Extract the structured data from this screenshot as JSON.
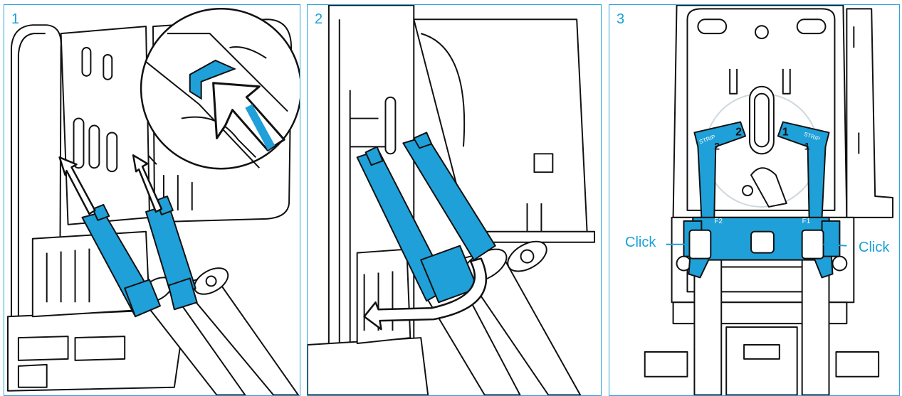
{
  "colors": {
    "accent": "#29a3dc",
    "part_blue": "#1fa0d8",
    "line": "#111111",
    "fill": "#ffffff"
  },
  "panels": [
    {
      "step": "1"
    },
    {
      "step": "2"
    },
    {
      "step": "3",
      "labels": {
        "left": "Click",
        "right": "Click"
      },
      "part_marks": {
        "upper_left": "2",
        "upper_right": "1",
        "slot_left": "2",
        "slot_right": "1",
        "tag_left": "STRIP",
        "tag_right": "STRIP",
        "port_left": "F2",
        "port_right": "F1"
      }
    }
  ]
}
